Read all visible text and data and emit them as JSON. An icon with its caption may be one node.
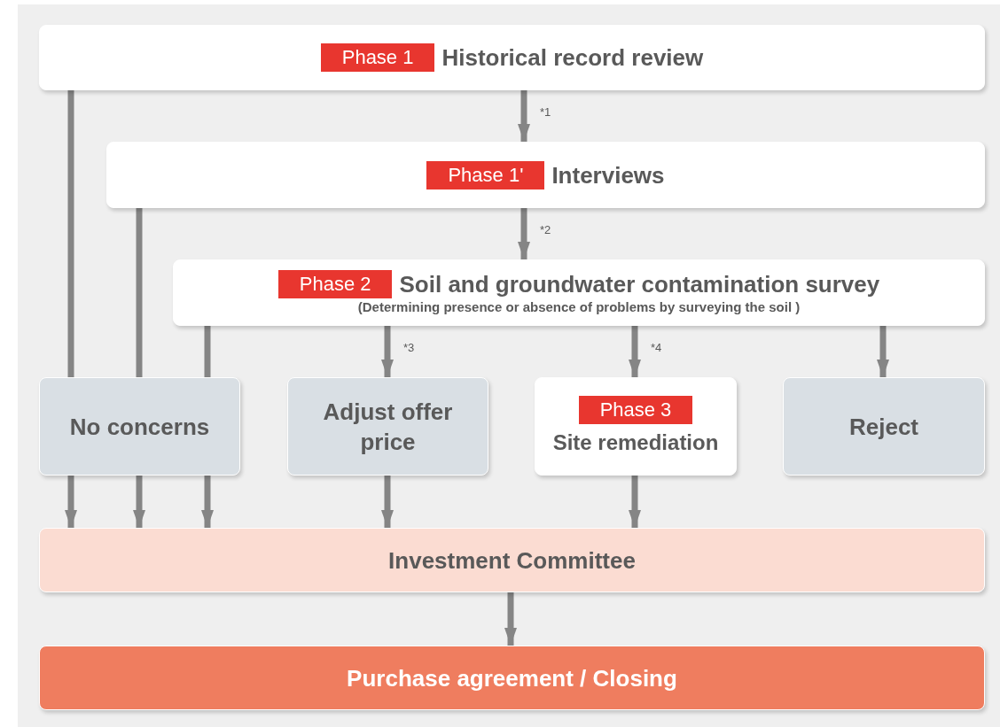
{
  "diagram": {
    "nodes": [
      {
        "text": [
          "Phase 1",
          "Historical record review"
        ]
      },
      {
        "text": [
          "Phase 1'",
          "Interviews"
        ]
      },
      {
        "text": [
          "Phase 2",
          "Soil and groundwater contamination survey",
          "(Determining presence or absence of problems by surveying the soil )"
        ]
      },
      {
        "text": [
          "No concerns"
        ]
      },
      {
        "text": [
          "Adjust offer price"
        ]
      },
      {
        "text": [
          "Phase 3",
          "Site remediation"
        ]
      },
      {
        "text": [
          "Reject"
        ]
      },
      {
        "text": [
          "Investment Committee"
        ]
      },
      {
        "text": [
          "Purchase agreement / Closing"
        ]
      }
    ],
    "edges": [
      {
        "from": 0,
        "to": 1,
        "arrow": "to",
        "label": "*1"
      },
      {
        "from": 1,
        "to": 2,
        "arrow": "to",
        "label": "*2"
      },
      {
        "from": 0,
        "to": 3,
        "arrow": "none"
      },
      {
        "from": 1,
        "to": 3,
        "arrow": "none"
      },
      {
        "from": 2,
        "to": 3,
        "arrow": "none"
      },
      {
        "from": 2,
        "to": 4,
        "arrow": "to",
        "label": "*3"
      },
      {
        "from": 2,
        "to": 5,
        "arrow": "to",
        "label": "*4"
      },
      {
        "from": 2,
        "to": 6,
        "arrow": "to"
      },
      {
        "from": 3,
        "to": 7,
        "arrow": "to"
      },
      {
        "from": 3,
        "to": 7,
        "arrow": "to"
      },
      {
        "from": 3,
        "to": 7,
        "arrow": "to"
      },
      {
        "from": 4,
        "to": 7,
        "arrow": "to"
      },
      {
        "from": 5,
        "to": 7,
        "arrow": "to"
      },
      {
        "from": 7,
        "to": 8,
        "arrow": "to"
      }
    ]
  }
}
